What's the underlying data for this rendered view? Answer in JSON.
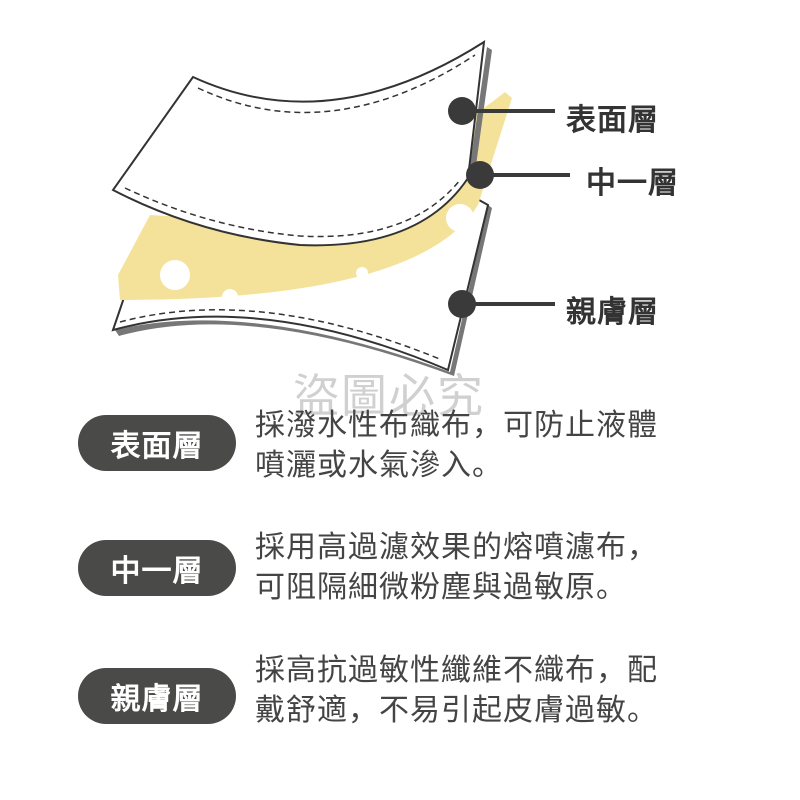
{
  "diagram": {
    "labels": [
      "表面層",
      "中一層",
      "親膚層"
    ],
    "colors": {
      "filter_layer": "#f5e29a",
      "outline": "#333333",
      "shadow": "#777777",
      "dot": "#3a3a3a"
    }
  },
  "watermark": "盜圖必究",
  "layers": [
    {
      "name": "表面層",
      "lines": [
        "採潑水性布織布，可防止液體",
        "噴灑或水氣滲入。"
      ]
    },
    {
      "name": "中一層",
      "lines": [
        "採用高過濾效果的熔噴濾布，",
        "可阻隔細微粉塵與過敏原。"
      ]
    },
    {
      "name": "親膚層",
      "lines": [
        "採高抗過敏性纖維不織布，配",
        "戴舒適，不易引起皮膚過敏。"
      ]
    }
  ]
}
